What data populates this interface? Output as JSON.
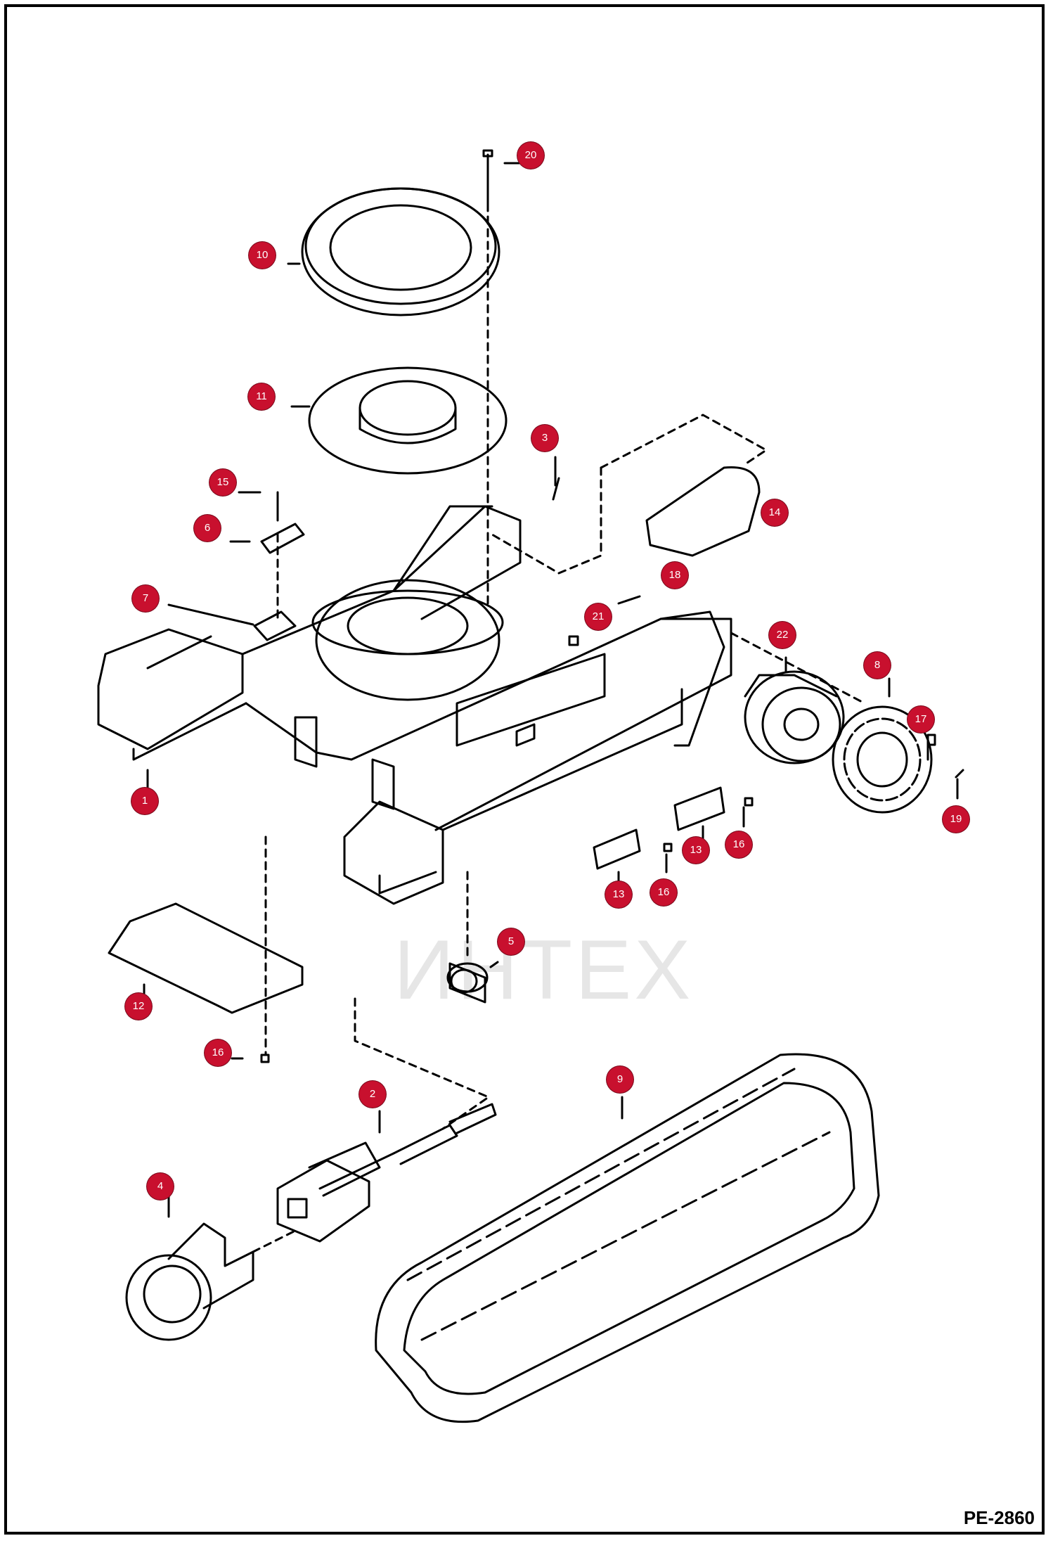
{
  "figure": {
    "page_code": "PE-2860",
    "watermark": "ИНТЕХ",
    "colors": {
      "callout": "#c8102e",
      "line": "#000000",
      "watermark": "#f2b8b8"
    }
  },
  "callouts": [
    {
      "id": "20",
      "label": "20"
    },
    {
      "id": "10",
      "label": "10"
    },
    {
      "id": "11",
      "label": "11"
    },
    {
      "id": "3",
      "label": "3"
    },
    {
      "id": "15",
      "label": "15"
    },
    {
      "id": "6",
      "label": "6"
    },
    {
      "id": "14",
      "label": "14"
    },
    {
      "id": "7",
      "label": "7"
    },
    {
      "id": "18",
      "label": "18"
    },
    {
      "id": "21",
      "label": "21"
    },
    {
      "id": "22",
      "label": "22"
    },
    {
      "id": "8",
      "label": "8"
    },
    {
      "id": "17",
      "label": "17"
    },
    {
      "id": "1",
      "label": "1"
    },
    {
      "id": "19",
      "label": "19"
    },
    {
      "id": "16a",
      "label": "16"
    },
    {
      "id": "13a",
      "label": "13"
    },
    {
      "id": "13b",
      "label": "13"
    },
    {
      "id": "16b",
      "label": "16"
    },
    {
      "id": "5",
      "label": "5"
    },
    {
      "id": "12",
      "label": "12"
    },
    {
      "id": "16c",
      "label": "16"
    },
    {
      "id": "2",
      "label": "2"
    },
    {
      "id": "9",
      "label": "9"
    },
    {
      "id": "4",
      "label": "4"
    }
  ]
}
